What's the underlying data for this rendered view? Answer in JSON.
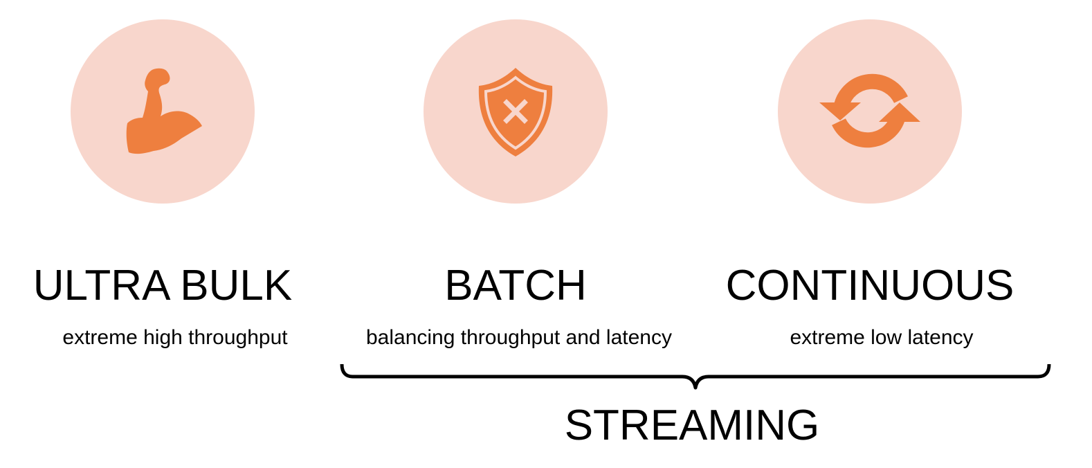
{
  "colors": {
    "circle_fill": "#f8d6cc",
    "icon_fill": "#ee7f3f",
    "text": "#000000"
  },
  "modes": [
    {
      "icon": "flexed-bicep-icon",
      "title": "ULTRA BULK",
      "subtitle": "extreme high throughput"
    },
    {
      "icon": "shield-x-icon",
      "title": "BATCH",
      "subtitle": "balancing throughput and latency"
    },
    {
      "icon": "refresh-arrows-icon",
      "title": "CONTINUOUS",
      "subtitle": "extreme low latency"
    }
  ],
  "group": {
    "label": "STREAMING",
    "spans": [
      "BATCH",
      "CONTINUOUS"
    ]
  }
}
